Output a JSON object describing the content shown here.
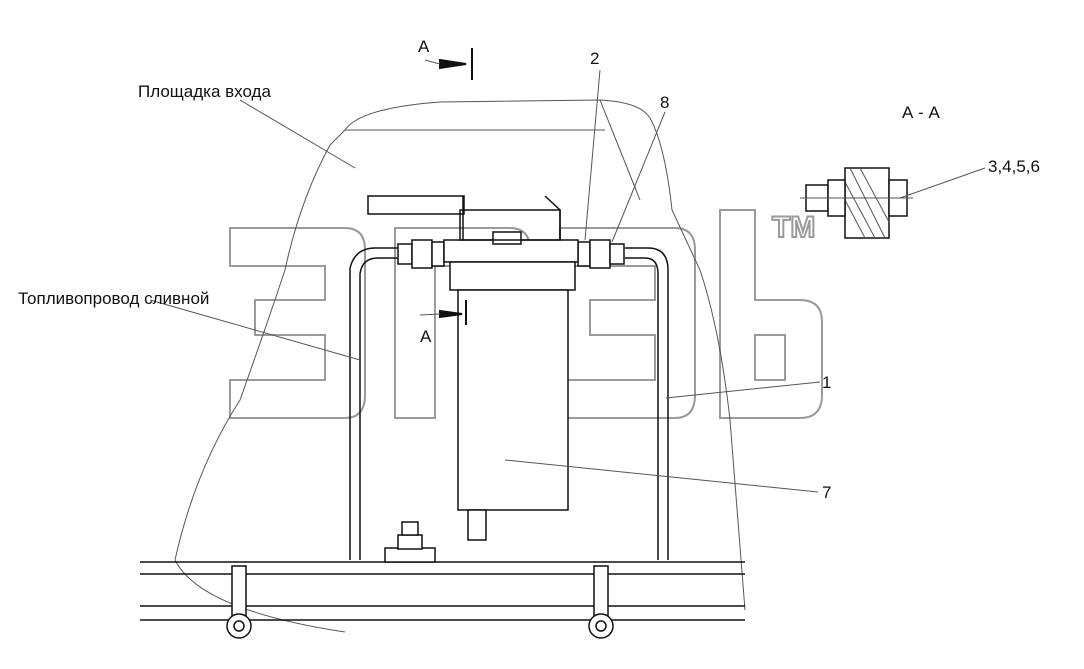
{
  "labels": {
    "entry_platform": "Площадка входа",
    "drain_fuel_line": "Топливопровод сливной",
    "section_title": "А - А",
    "section_mark_top": "А",
    "section_mark_mid": "А"
  },
  "callouts": {
    "c1": "1",
    "c2": "2",
    "c7": "7",
    "c8": "8",
    "c3456": "3,4,5,6"
  },
  "watermark": {
    "trademark": "TM"
  },
  "colors": {
    "line": "#111111",
    "thin_line": "#555555",
    "watermark": "#9a9a9a"
  }
}
